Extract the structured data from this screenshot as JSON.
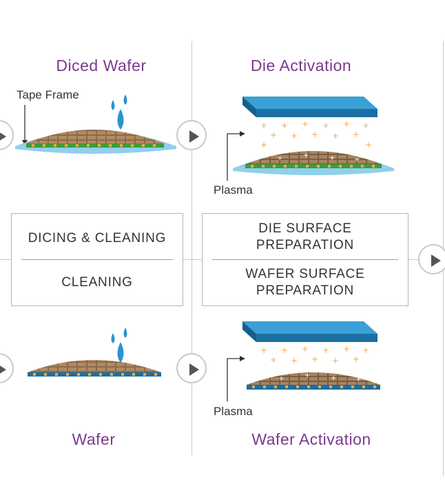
{
  "titles": {
    "diced_wafer": "Diced Wafer",
    "die_activation": "Die Activation",
    "wafer": "Wafer",
    "wafer_activation": "Wafer Activation"
  },
  "labels": {
    "tape_frame": "Tape Frame",
    "plasma_top": "Plasma",
    "plasma_bottom": "Plasma"
  },
  "boxes": {
    "left_top": "DICING & CLEANING",
    "left_bottom": "CLEANING",
    "right_top_line1": "DIE SURFACE",
    "right_top_line2": "PREPARATION",
    "right_bottom_line1": "WAFER SURFACE",
    "right_bottom_line2": "PREPARATION"
  },
  "colors": {
    "title_purple": "#7a3a8c",
    "die_blue": "#1b7fb8",
    "tape_light_blue": "#8fd0ec",
    "plasma_orange": "#f0a848",
    "chip_brown": "#8a6a4a",
    "chip_green": "#3f9a3c"
  },
  "icons": [
    "water-drops-icon",
    "play-arrow-icon",
    "plasma-arrow-icon"
  ]
}
